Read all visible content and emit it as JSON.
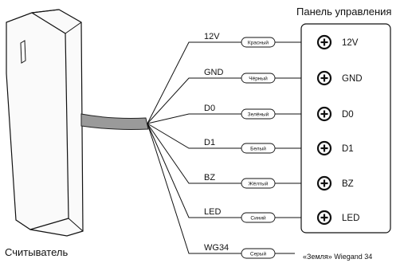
{
  "panel": {
    "title": "Панель управления",
    "terminals": [
      "12V",
      "GND",
      "D0",
      "D1",
      "BZ",
      "LED"
    ]
  },
  "reader": {
    "label": "Считыватель"
  },
  "wires": [
    {
      "signal": "12V",
      "color_name": "Красный"
    },
    {
      "signal": "GND",
      "color_name": "Чёрный"
    },
    {
      "signal": "D0",
      "color_name": "Зелёный"
    },
    {
      "signal": "D1",
      "color_name": "Белый"
    },
    {
      "signal": "BZ",
      "color_name": "Жёлтый"
    },
    {
      "signal": "LED",
      "color_name": "Синий"
    },
    {
      "signal": "WG34",
      "color_name": "Серый"
    }
  ],
  "wg34_note": "«Земля» Wiegand 34"
}
